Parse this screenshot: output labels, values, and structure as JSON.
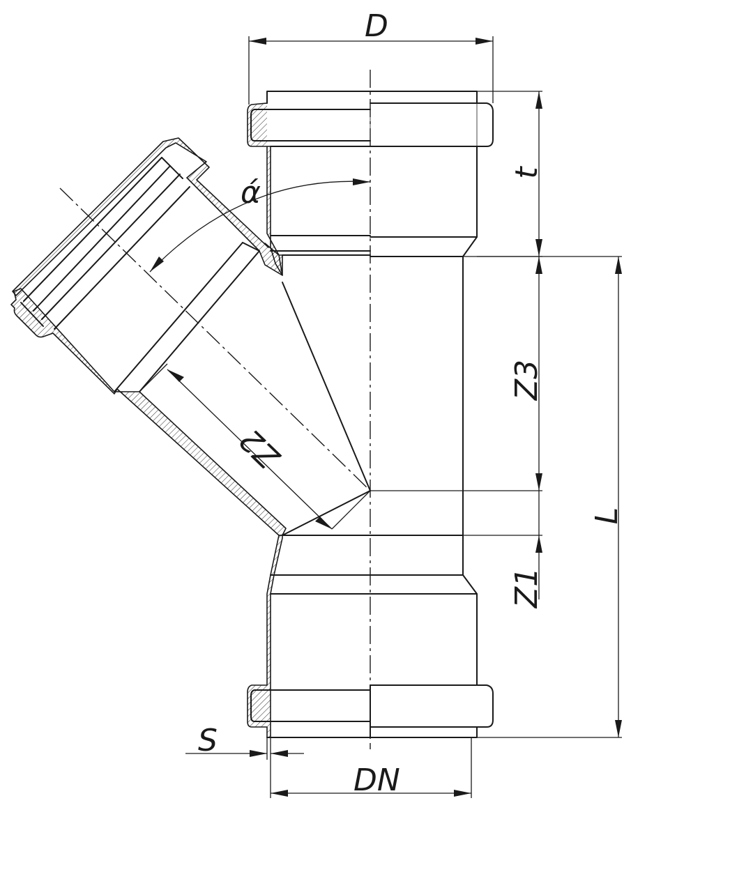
{
  "drawing": {
    "labels": {
      "D": "D",
      "t": "t",
      "alpha": "ά",
      "Z2": "Z2",
      "Z3": "Z3",
      "L": "L",
      "Z1": "Z1",
      "S": "S",
      "DN": "DN"
    }
  }
}
